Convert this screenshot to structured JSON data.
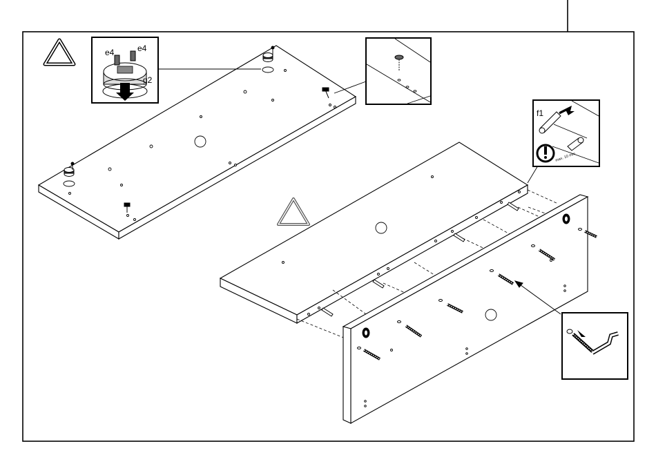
{
  "labels": {
    "e4_left": "e4",
    "e4_right": "e4",
    "g2": "g2",
    "f1": "f1",
    "max_depth": "max. 10 mm"
  },
  "icons": {
    "warning_triangle": "warning-triangle-icon",
    "exclamation": "exclamation-circle-icon",
    "arrow": "arrow-down-icon"
  },
  "colors": {
    "line": "#000000",
    "panel_fill": "#ffffff",
    "triangle_gray": "#555555"
  }
}
